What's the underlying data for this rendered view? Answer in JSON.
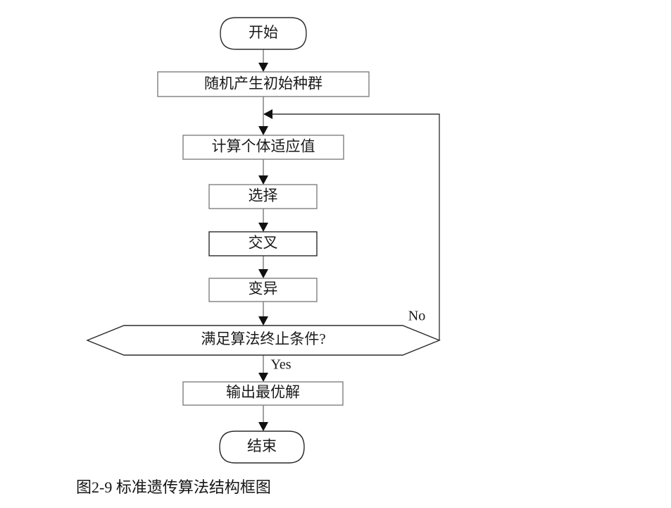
{
  "figure": {
    "caption": "图2-9  标准遗传算法结构框图",
    "background_color": "#ffffff",
    "line_color": "#8a8a8a",
    "text_color": "#1a1a1a"
  },
  "nodes": {
    "start": {
      "label": "开始",
      "shape": "terminator"
    },
    "init_population": {
      "label": "随机产生初始种群",
      "shape": "process"
    },
    "fitness": {
      "label": "计算个体适应值",
      "shape": "process"
    },
    "selection": {
      "label": "选择",
      "shape": "process"
    },
    "crossover": {
      "label": "交叉",
      "shape": "process"
    },
    "mutation": {
      "label": "变异",
      "shape": "process"
    },
    "decision": {
      "label": "满足算法终止条件?",
      "shape": "decision-hexagon"
    },
    "output": {
      "label": "输出最优解",
      "shape": "process"
    },
    "end": {
      "label": "结束",
      "shape": "terminator"
    }
  },
  "branches": {
    "no_label": "No",
    "yes_label": "Yes"
  }
}
